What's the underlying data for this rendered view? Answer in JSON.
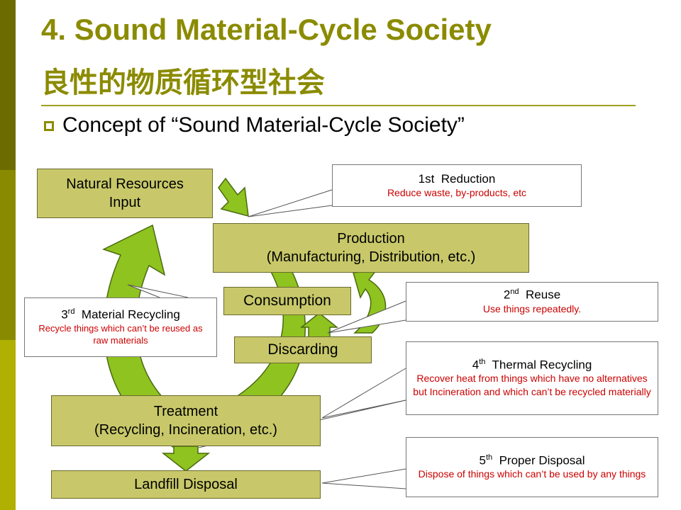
{
  "title": "4. Sound Material-Cycle Society",
  "subtitle": "良性的物质循环型社会",
  "bullet": "Concept of  “Sound Material-Cycle Society”",
  "boxes": {
    "natural": [
      "Natural Resources",
      "Input"
    ],
    "production": [
      "Production",
      "(Manufacturing, Distribution, etc.)"
    ],
    "consumption": "Consumption",
    "discarding": "Discarding",
    "treatment": [
      "Treatment",
      "(Recycling, Incineration, etc.)"
    ],
    "landfill": "Landfill Disposal"
  },
  "notes": {
    "reduction": {
      "num": "1st",
      "sup": "",
      "title": "Reduction",
      "desc": "Reduce waste, by-products, etc"
    },
    "reuse": {
      "num": "2",
      "sup": "nd",
      "title": "Reuse",
      "desc": "Use things repeatedly."
    },
    "material": {
      "num": "3",
      "sup": "rd",
      "title": "Material Recycling",
      "desc": "Recycle things which can’t be reused as raw materials"
    },
    "thermal": {
      "num": "4",
      "sup": "th",
      "title": "Thermal Recycling",
      "desc": "Recover heat from things which have no alternatives but Incineration and which can’t be recycled materially"
    },
    "disposal": {
      "num": "5",
      "sup": "th",
      "title": "Proper Disposal",
      "desc": "Dispose of things which can’t be used by any things"
    }
  },
  "colors": {
    "box": "#c8c86a",
    "arrow": "#8fc31f",
    "title": "#8b8b00",
    "red": "#cc0000"
  }
}
